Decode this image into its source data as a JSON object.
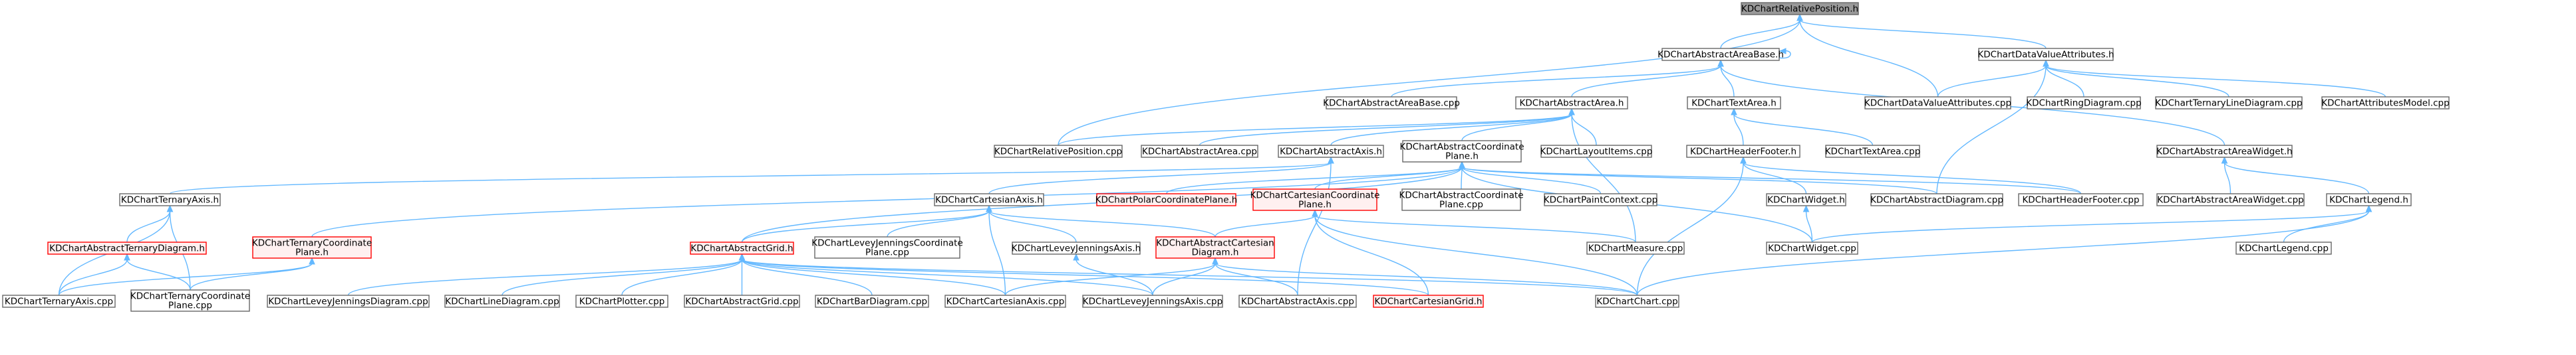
{
  "colors": {
    "background": "#ffffff",
    "node_fill": "#ffffff",
    "node_border": "#666666",
    "root_fill": "#999999",
    "root_border": "#666666",
    "highlight_fill": "#fff0f0",
    "highlight_border": "#ff0000",
    "edge": "#63b8ff",
    "text": "#000000"
  },
  "nodes": [
    {
      "id": "root",
      "lines": [
        "KDChartRelativePosition.h"
      ],
      "style": "root"
    },
    {
      "id": "abstractAreaBase_h",
      "lines": [
        "KDChartAbstractAreaBase.h"
      ],
      "style": "normal"
    },
    {
      "id": "dataValueAttributes_h",
      "lines": [
        "KDChartDataValueAttributes.h"
      ],
      "style": "normal"
    },
    {
      "id": "abstractAreaBase_cpp",
      "lines": [
        "KDChartAbstractAreaBase.cpp"
      ],
      "style": "normal"
    },
    {
      "id": "abstractArea_h",
      "lines": [
        "KDChartAbstractArea.h"
      ],
      "style": "normal"
    },
    {
      "id": "textArea_h",
      "lines": [
        "KDChartTextArea.h"
      ],
      "style": "normal"
    },
    {
      "id": "dataValueAttributes_cpp",
      "lines": [
        "KDChartDataValueAttributes.cpp"
      ],
      "style": "normal"
    },
    {
      "id": "ringDiagram_cpp",
      "lines": [
        "KDChartRingDiagram.cpp"
      ],
      "style": "normal"
    },
    {
      "id": "ternaryLineDiagram_cpp",
      "lines": [
        "KDChartTernaryLineDiagram.cpp"
      ],
      "style": "normal"
    },
    {
      "id": "attributesModel_cpp",
      "lines": [
        "KDChartAttributesModel.cpp"
      ],
      "style": "normal"
    },
    {
      "id": "relativePosition_cpp",
      "lines": [
        "KDChartRelativePosition.cpp"
      ],
      "style": "normal"
    },
    {
      "id": "abstractArea_cpp",
      "lines": [
        "KDChartAbstractArea.cpp"
      ],
      "style": "normal"
    },
    {
      "id": "abstractAxis_h",
      "lines": [
        "KDChartAbstractAxis.h"
      ],
      "style": "normal"
    },
    {
      "id": "abstractCoordinatePlane_h",
      "lines": [
        "KDChartAbstractCoordinate",
        "Plane.h"
      ],
      "style": "normal"
    },
    {
      "id": "layoutItems_cpp",
      "lines": [
        "KDChartLayoutItems.cpp"
      ],
      "style": "normal"
    },
    {
      "id": "headerFooter_h",
      "lines": [
        "KDChartHeaderFooter.h"
      ],
      "style": "normal"
    },
    {
      "id": "textArea_cpp",
      "lines": [
        "KDChartTextArea.cpp"
      ],
      "style": "normal"
    },
    {
      "id": "abstractAreaWidget_h",
      "lines": [
        "KDChartAbstractAreaWidget.h"
      ],
      "style": "normal"
    },
    {
      "id": "ternaryAxis_h",
      "lines": [
        "KDChartTernaryAxis.h"
      ],
      "style": "normal"
    },
    {
      "id": "cartesianAxis_h",
      "lines": [
        "KDChartCartesianAxis.h"
      ],
      "style": "normal"
    },
    {
      "id": "polarCoordinatePlane_h",
      "lines": [
        "KDChartPolarCoordinatePlane.h"
      ],
      "style": "highlight"
    },
    {
      "id": "cartesianCoordinatePlane_h",
      "lines": [
        "KDChartCartesianCoordinate",
        "Plane.h"
      ],
      "style": "highlight"
    },
    {
      "id": "abstractCoordinatePlane_cpp",
      "lines": [
        "KDChartAbstractCoordinate",
        "Plane.cpp"
      ],
      "style": "normal"
    },
    {
      "id": "paintContext_cpp",
      "lines": [
        "KDChartPaintContext.cpp"
      ],
      "style": "normal"
    },
    {
      "id": "widget_h",
      "lines": [
        "KDChartWidget.h"
      ],
      "style": "normal"
    },
    {
      "id": "abstractDiagram_cpp",
      "lines": [
        "KDChartAbstractDiagram.cpp"
      ],
      "style": "normal"
    },
    {
      "id": "headerFooter_cpp",
      "lines": [
        "KDChartHeaderFooter.cpp"
      ],
      "style": "normal"
    },
    {
      "id": "abstractAreaWidget_cpp",
      "lines": [
        "KDChartAbstractAreaWidget.cpp"
      ],
      "style": "normal"
    },
    {
      "id": "legend_h",
      "lines": [
        "KDChartLegend.h"
      ],
      "style": "normal"
    },
    {
      "id": "abstractTernaryDiagram_h",
      "lines": [
        "KDChartAbstractTernaryDiagram.h"
      ],
      "style": "highlight"
    },
    {
      "id": "ternaryCoordinatePlane_h",
      "lines": [
        "KDChartTernaryCoordinate",
        "Plane.h"
      ],
      "style": "highlight"
    },
    {
      "id": "abstractGrid_h",
      "lines": [
        "KDChartAbstractGrid.h"
      ],
      "style": "highlight"
    },
    {
      "id": "leveyJenningsCoordinatePlane_cpp",
      "lines": [
        "KDChartLeveyJenningsCoordinate",
        "Plane.cpp"
      ],
      "style": "normal"
    },
    {
      "id": "leveyJenningsAxis_h",
      "lines": [
        "KDChartLeveyJenningsAxis.h"
      ],
      "style": "normal"
    },
    {
      "id": "abstractCartesianDiagram_h",
      "lines": [
        "KDChartAbstractCartesian",
        "Diagram.h"
      ],
      "style": "highlight"
    },
    {
      "id": "measure_cpp",
      "lines": [
        "KDChartMeasure.cpp"
      ],
      "style": "normal"
    },
    {
      "id": "widget_cpp",
      "lines": [
        "KDChartWidget.cpp"
      ],
      "style": "normal"
    },
    {
      "id": "legend_cpp",
      "lines": [
        "KDChartLegend.cpp"
      ],
      "style": "normal"
    },
    {
      "id": "ternaryAxis_cpp",
      "lines": [
        "KDChartTernaryAxis.cpp"
      ],
      "style": "normal"
    },
    {
      "id": "ternaryCoordinatePlane_cpp",
      "lines": [
        "KDChartTernaryCoordinate",
        "Plane.cpp"
      ],
      "style": "normal"
    },
    {
      "id": "leveyJenningsDiagram_cpp",
      "lines": [
        "KDChartLeveyJenningsDiagram.cpp"
      ],
      "style": "normal"
    },
    {
      "id": "lineDiagram_cpp",
      "lines": [
        "KDChartLineDiagram.cpp"
      ],
      "style": "normal"
    },
    {
      "id": "plotter_cpp",
      "lines": [
        "KDChartPlotter.cpp"
      ],
      "style": "normal"
    },
    {
      "id": "abstractGrid_cpp",
      "lines": [
        "KDChartAbstractGrid.cpp"
      ],
      "style": "normal"
    },
    {
      "id": "barDiagram_cpp",
      "lines": [
        "KDChartBarDiagram.cpp"
      ],
      "style": "normal"
    },
    {
      "id": "cartesianAxis_cpp",
      "lines": [
        "KDChartCartesianAxis.cpp"
      ],
      "style": "normal"
    },
    {
      "id": "leveyJenningsAxis_cpp",
      "lines": [
        "KDChartLeveyJenningsAxis.cpp"
      ],
      "style": "normal"
    },
    {
      "id": "abstractAxis_cpp",
      "lines": [
        "KDChartAbstractAxis.cpp"
      ],
      "style": "normal"
    },
    {
      "id": "cartesianGrid_h",
      "lines": [
        "KDChartCartesianGrid.h"
      ],
      "style": "highlight"
    },
    {
      "id": "chart_cpp",
      "lines": [
        "KDChartChart.cpp"
      ],
      "style": "normal"
    }
  ],
  "edges": [
    [
      "abstractAreaBase_h",
      "root"
    ],
    [
      "dataValueAttributes_h",
      "root"
    ],
    [
      "relativePosition_cpp",
      "root"
    ],
    [
      "dataValueAttributes_cpp",
      "root"
    ],
    [
      "abstractAreaBase_h",
      "abstractAreaBase_h"
    ],
    [
      "abstractAreaBase_cpp",
      "abstractAreaBase_h"
    ],
    [
      "abstractArea_h",
      "abstractAreaBase_h"
    ],
    [
      "textArea_h",
      "abstractAreaBase_h"
    ],
    [
      "abstractAreaWidget_h",
      "abstractAreaBase_h"
    ],
    [
      "dataValueAttributes_cpp",
      "dataValueAttributes_h"
    ],
    [
      "ringDiagram_cpp",
      "dataValueAttributes_h"
    ],
    [
      "ternaryLineDiagram_cpp",
      "dataValueAttributes_h"
    ],
    [
      "attributesModel_cpp",
      "dataValueAttributes_h"
    ],
    [
      "abstractDiagram_cpp",
      "dataValueAttributes_h"
    ],
    [
      "relativePosition_cpp",
      "abstractArea_h"
    ],
    [
      "abstractArea_cpp",
      "abstractArea_h"
    ],
    [
      "abstractAxis_h",
      "abstractArea_h"
    ],
    [
      "abstractCoordinatePlane_h",
      "abstractArea_h"
    ],
    [
      "layoutItems_cpp",
      "abstractArea_h"
    ],
    [
      "measure_cpp",
      "abstractArea_h"
    ],
    [
      "headerFooter_h",
      "textArea_h"
    ],
    [
      "textArea_cpp",
      "textArea_h"
    ],
    [
      "widget_h",
      "headerFooter_h"
    ],
    [
      "headerFooter_cpp",
      "headerFooter_h"
    ],
    [
      "chart_cpp",
      "headerFooter_h"
    ],
    [
      "abstractAreaWidget_cpp",
      "abstractAreaWidget_h"
    ],
    [
      "legend_h",
      "abstractAreaWidget_h"
    ],
    [
      "ternaryAxis_h",
      "abstractAxis_h"
    ],
    [
      "cartesianAxis_h",
      "abstractAxis_h"
    ],
    [
      "abstractAxis_cpp",
      "abstractAxis_h"
    ],
    [
      "ternaryCoordinatePlane_h",
      "abstractCoordinatePlane_h"
    ],
    [
      "abstractGrid_h",
      "abstractCoordinatePlane_h"
    ],
    [
      "polarCoordinatePlane_h",
      "abstractCoordinatePlane_h"
    ],
    [
      "cartesianCoordinatePlane_h",
      "abstractCoordinatePlane_h"
    ],
    [
      "abstractCoordinatePlane_cpp",
      "abstractCoordinatePlane_h"
    ],
    [
      "paintContext_cpp",
      "abstractCoordinatePlane_h"
    ],
    [
      "widget_cpp",
      "abstractCoordinatePlane_h"
    ],
    [
      "abstractDiagram_cpp",
      "abstractCoordinatePlane_h"
    ],
    [
      "headerFooter_cpp",
      "abstractCoordinatePlane_h"
    ],
    [
      "abstractTernaryDiagram_h",
      "ternaryAxis_h"
    ],
    [
      "ternaryAxis_cpp",
      "ternaryAxis_h"
    ],
    [
      "ternaryCoordinatePlane_cpp",
      "ternaryAxis_h"
    ],
    [
      "leveyJenningsAxis_h",
      "cartesianAxis_h"
    ],
    [
      "abstractCartesianDiagram_h",
      "cartesianAxis_h"
    ],
    [
      "cartesianAxis_cpp",
      "cartesianAxis_h"
    ],
    [
      "leveyJenningsCoordinatePlane_cpp",
      "cartesianAxis_h"
    ],
    [
      "abstractGrid_h",
      "cartesianAxis_h"
    ],
    [
      "abstractCartesianDiagram_h",
      "cartesianCoordinatePlane_h"
    ],
    [
      "cartesianGrid_h",
      "cartesianCoordinatePlane_h"
    ],
    [
      "measure_cpp",
      "cartesianCoordinatePlane_h"
    ],
    [
      "chart_cpp",
      "cartesianCoordinatePlane_h"
    ],
    [
      "widget_cpp",
      "widget_h"
    ],
    [
      "legend_cpp",
      "legend_h"
    ],
    [
      "widget_cpp",
      "legend_h"
    ],
    [
      "chart_cpp",
      "legend_h"
    ],
    [
      "ternaryAxis_cpp",
      "abstractTernaryDiagram_h"
    ],
    [
      "ternaryCoordinatePlane_cpp",
      "abstractTernaryDiagram_h"
    ],
    [
      "ternaryAxis_cpp",
      "ternaryCoordinatePlane_h"
    ],
    [
      "ternaryCoordinatePlane_cpp",
      "ternaryCoordinatePlane_h"
    ],
    [
      "leveyJenningsDiagram_cpp",
      "abstractGrid_h"
    ],
    [
      "lineDiagram_cpp",
      "abstractGrid_h"
    ],
    [
      "plotter_cpp",
      "abstractGrid_h"
    ],
    [
      "abstractGrid_cpp",
      "abstractGrid_h"
    ],
    [
      "barDiagram_cpp",
      "abstractGrid_h"
    ],
    [
      "cartesianAxis_cpp",
      "abstractGrid_h"
    ],
    [
      "leveyJenningsAxis_cpp",
      "abstractGrid_h"
    ],
    [
      "cartesianGrid_h",
      "abstractGrid_h"
    ],
    [
      "chart_cpp",
      "abstractGrid_h"
    ],
    [
      "leveyJenningsAxis_cpp",
      "leveyJenningsAxis_h"
    ],
    [
      "cartesianAxis_cpp",
      "abstractCartesianDiagram_h"
    ],
    [
      "leveyJenningsAxis_cpp",
      "abstractCartesianDiagram_h"
    ],
    [
      "abstractAxis_cpp",
      "abstractCartesianDiagram_h"
    ],
    [
      "chart_cpp",
      "abstractCartesianDiagram_h"
    ]
  ]
}
